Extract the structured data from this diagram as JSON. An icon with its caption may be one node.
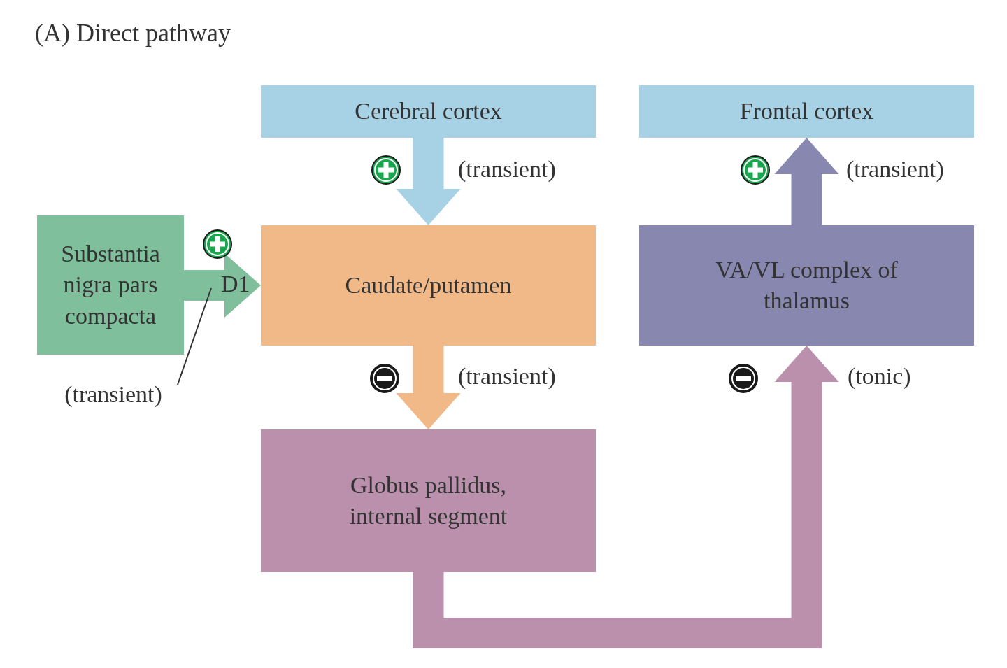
{
  "diagram": {
    "title": "(A) Direct pathway",
    "nodes": [
      {
        "text": [
          "Cerebral cortex"
        ]
      },
      {
        "text": [
          "Frontal cortex"
        ]
      },
      {
        "text": [
          "Substantia nigra pars compacta"
        ]
      },
      {
        "text": [
          "Caudate/putamen"
        ]
      },
      {
        "text": [
          "VA/VL complex of thalamus"
        ]
      },
      {
        "text": [
          "Globus pallidus, internal segment"
        ]
      },
      {
        "text": [
          "(transient)"
        ]
      }
    ],
    "edges": [
      {
        "from": 0,
        "to": 3,
        "arrow": "to",
        "label": "(transient)",
        "color": "#a7d2e6"
      },
      {
        "from": 2,
        "to": 3,
        "arrow": "to",
        "label": "D1",
        "color": "#80bf9b"
      },
      {
        "from": 3,
        "to": 5,
        "arrow": "to",
        "label": "(transient)",
        "color": "#f1b888"
      },
      {
        "from": 5,
        "to": 4,
        "arrow": "to",
        "label": "(tonic)",
        "color": "#bb90ad"
      },
      {
        "from": 4,
        "to": 1,
        "arrow": "to",
        "label": "(transient)",
        "color": "#8887b0"
      },
      {
        "from": 6,
        "to": null,
        "arrow": "none",
        "color": "#333333"
      }
    ]
  }
}
